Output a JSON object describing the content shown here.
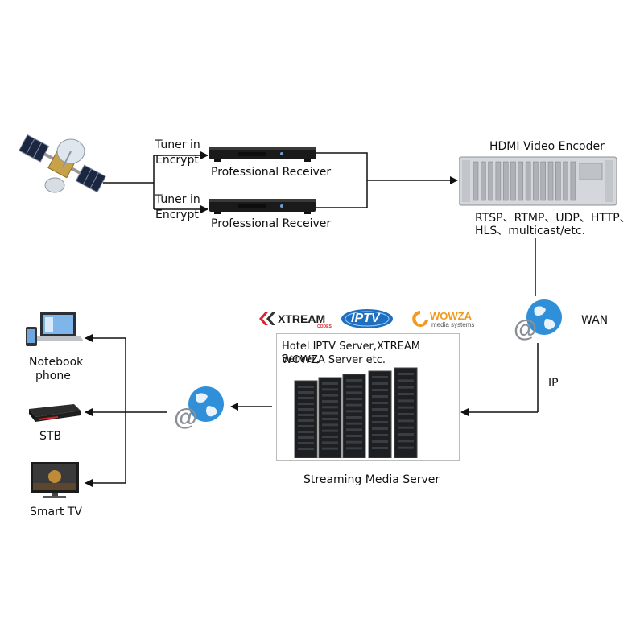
{
  "sources": {
    "tuner_top": [
      "Tuner in",
      "Encrypt"
    ],
    "tuner_bottom": [
      "Tuner in",
      "Encrypt"
    ],
    "receiver_top_label": "Professional Receiver",
    "receiver_bottom_label": "Professional Receiver"
  },
  "encoder": {
    "title": "HDMI Video Encoder",
    "protocols_line1": "RTSP、RTMP、UDP、HTTP、",
    "protocols_line2": "HLS、multicast/etc."
  },
  "network": {
    "wan_label": "WAN",
    "ip_label": "IP"
  },
  "server": {
    "logos": {
      "xtream": "XTREAM",
      "xtream_sub": "CODES",
      "iptv": "IPTV",
      "wowza": "WOWZA",
      "wowza_sub": "media systems"
    },
    "box_line1": "Hotel IPTV Server,XTREAM Server,",
    "box_line2": "WOWZA Server etc.",
    "caption": "Streaming Media Server"
  },
  "clients": {
    "notebook_line1": "Notebook",
    "notebook_line2": "phone",
    "stb": "STB",
    "smart_tv": "Smart TV"
  },
  "colors": {
    "xtream_red": "#d9252b",
    "iptv_blue": "#1f6fc1",
    "wowza_orange": "#f39a1e",
    "globe_blue": "#2f8fd8"
  },
  "icons": [
    "satellite-icon",
    "receiver-device-icon",
    "encoder-rack-icon",
    "globe-at-icon",
    "server-rack-icon",
    "laptop-phone-icon",
    "set-top-box-icon",
    "smart-tv-icon"
  ]
}
